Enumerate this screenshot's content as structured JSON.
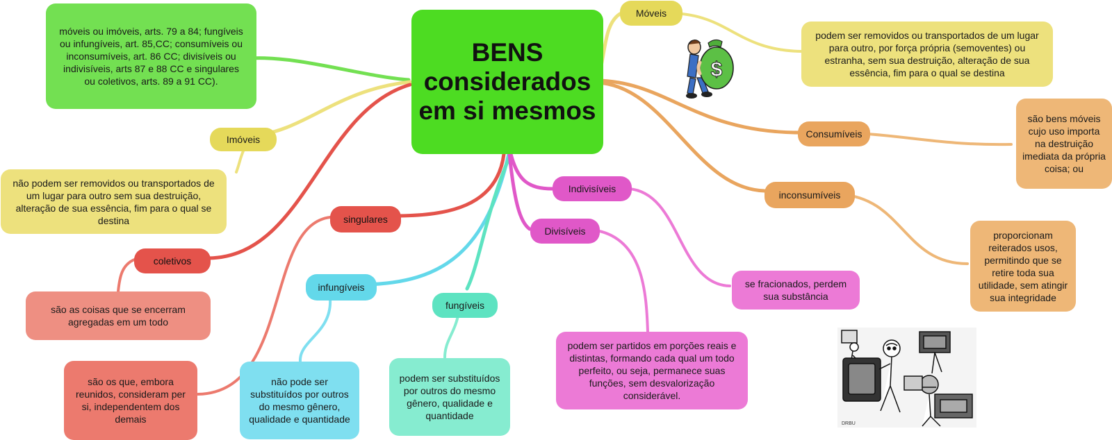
{
  "central": {
    "title": "BENS considerados em si mesmos"
  },
  "categories_note": "móveis ou imóveis, arts. 79 a 84; fungíveis ou infungíveis, art. 85,CC; consumíveis ou inconsumíveis, art. 86 CC; divisíveis ou indivisíveis, arts 87 e 88 CC e singulares ou coletivos, arts. 89 a 91 CC).",
  "moveis": {
    "label": "Móveis",
    "desc": "podem ser removidos ou transportados de um lugar para outro, por força própria (semoventes) ou estranha, sem sua destruição, alteração de sua essência, fim para o qual se destina"
  },
  "imoveis": {
    "label": "Imóveis",
    "desc": "não podem ser removidos ou transportados de um lugar para outro sem sua destruição, alteração de sua essência, fim para o qual se destina"
  },
  "consumiveis": {
    "label": "Consumíveis",
    "desc": "são bens móveis cujo uso importa na destruição imediata da própria coisa; ou"
  },
  "inconsumiveis": {
    "label": "inconsumíveis",
    "desc": "proporcionam reiterados usos, permitindo que se retire toda sua utilidade, sem atingir sua integridade"
  },
  "indivisiveis": {
    "label": "Indivisíveis",
    "desc": "se fracionados, perdem sua substância"
  },
  "divisiveis": {
    "label": "Divisíveis",
    "desc": "podem ser partidos em porções reais e distintas, formando cada qual um todo perfeito, ou seja, permanece suas funções, sem desvalorização considerável."
  },
  "singulares": {
    "label": "singulares",
    "desc": "são os que, embora reunidos, consideram per si, independentem dos demais"
  },
  "coletivos": {
    "label": "coletivos",
    "desc": "são as coisas que se encerram agregadas em um todo"
  },
  "infungiveis": {
    "label": "infungíveis",
    "desc": "não pode ser substituídos por outros do mesmo gênero, qualidade e quantidade"
  },
  "fungiveis": {
    "label": "fungíveis",
    "desc": "podem ser substituídos por outros do mesmo gênero, qualidade e quantidade"
  },
  "money_bag": {
    "symbol": "$"
  },
  "movers_signature": "DRBU",
  "colors": {
    "central": "#4ddc22",
    "yellow": "#ede17d",
    "green": "#73e052",
    "orange": "#e9a55e",
    "red": "#e4534b",
    "salmon": "#ec7a6e",
    "cyan": "#63d8ea",
    "mint": "#5de3c1",
    "pink": "#e058c8"
  }
}
